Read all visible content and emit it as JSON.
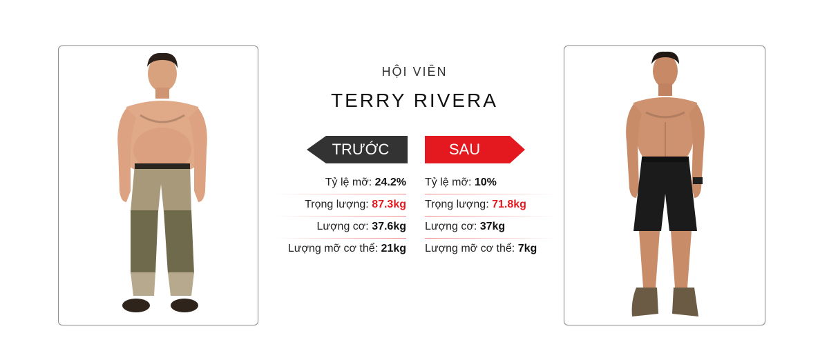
{
  "member": {
    "label": "HỘI VIÊN",
    "name": "TERRY RIVERA"
  },
  "before": {
    "badge": "TRƯỚC",
    "stats": [
      {
        "label": "Tỷ lệ mỡ:",
        "value": "24.2%"
      },
      {
        "label": "Trọng lượng:",
        "value": "87.3kg"
      },
      {
        "label": "Lượng cơ:",
        "value": "37.6kg"
      },
      {
        "label": "Lượng mỡ cơ thể:",
        "value": "21kg"
      }
    ]
  },
  "after": {
    "badge": "SAU",
    "stats": [
      {
        "label": "Tỷ lệ mỡ:",
        "value": "10%"
      },
      {
        "label": "Trọng lượng:",
        "value": "71.8kg"
      },
      {
        "label": "Lượng cơ:",
        "value": "37kg"
      },
      {
        "label": "Lượng mỡ cơ thể:",
        "value": "7kg"
      }
    ]
  },
  "colors": {
    "accent": "#e3191f",
    "dark_badge": "#333333"
  }
}
